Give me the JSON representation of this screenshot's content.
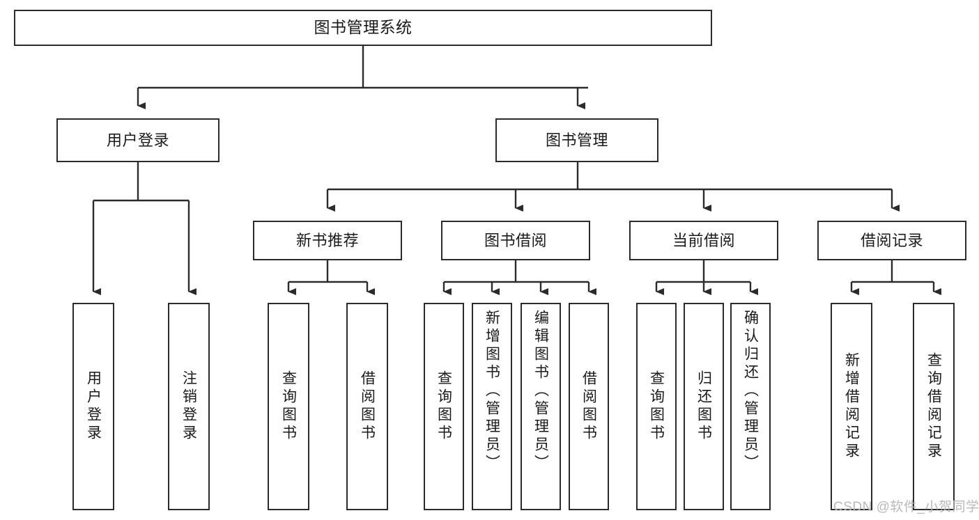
{
  "diagram": {
    "type": "tree",
    "title": "图书管理系统",
    "orientation": "top-down",
    "line_color": "#2b2b2b",
    "box_fill": "#ffffff",
    "text_color": "#1a1a1a"
  },
  "nodes": {
    "root": {
      "label": "图书管理系统"
    },
    "level2": [
      {
        "label": "用户登录"
      },
      {
        "label": "图书管理"
      }
    ],
    "level3": [
      {
        "label": "新书推荐"
      },
      {
        "label": "图书借阅"
      },
      {
        "label": "当前借阅"
      },
      {
        "label": "借阅记录"
      }
    ],
    "leaves": [
      {
        "label": "用户登录"
      },
      {
        "label": "注销登录"
      },
      {
        "label": "查询图书"
      },
      {
        "label": "借阅图书"
      },
      {
        "label": "查询图书"
      },
      {
        "label": "新增图书（管理员）"
      },
      {
        "label": "编辑图书（管理员）"
      },
      {
        "label": "借阅图书"
      },
      {
        "label": "查询图书"
      },
      {
        "label": "归还图书"
      },
      {
        "label": "确认归还（管理员）"
      },
      {
        "label": "新增借阅记录"
      },
      {
        "label": "查询借阅记录"
      }
    ]
  },
  "tree_structure": {
    "图书管理系统": {
      "用户登录": [
        "用户登录",
        "注销登录"
      ],
      "图书管理": {
        "新书推荐": [
          "查询图书",
          "借阅图书"
        ],
        "图书借阅": [
          "查询图书",
          "新增图书（管理员）",
          "编辑图书（管理员）",
          "借阅图书"
        ],
        "当前借阅": [
          "查询图书",
          "归还图书",
          "确认归还（管理员）"
        ],
        "借阅记录": [
          "新增借阅记录",
          "查询借阅记录"
        ]
      }
    }
  },
  "watermark": {
    "text": "CSDN @软件_小贺同学"
  }
}
